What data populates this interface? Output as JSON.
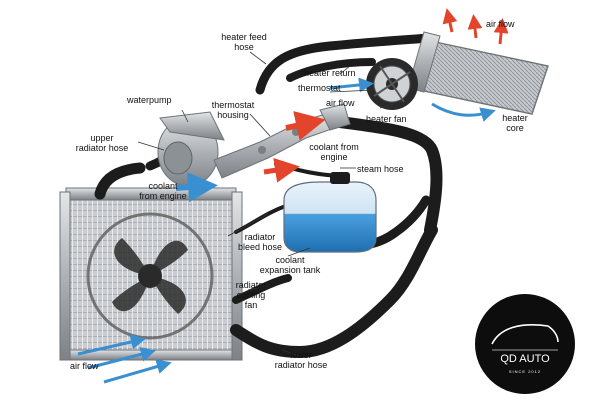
{
  "labels": {
    "heater_feed_hose": "heater feed\nhose",
    "air_flow_top": "air flow",
    "heater_return": "heater return",
    "thermostat": "thermostat",
    "air_flow_mid": "air flow",
    "heater_fan": "heater fan",
    "heater_core": "heater\ncore",
    "waterpump": "waterpump",
    "thermostat_housing": "thermostat\nhousing",
    "upper_radiator_hose": "upper\nradiator hose",
    "coolant_from_engine_right": "coolant from\nengine",
    "steam_hose": "steam hose",
    "coolant_from_engine_left": "coolant\nfrom engine",
    "radiator_bleed_hose": "radiator\nbleed hose",
    "coolant_expansion_tank": "coolant\nexpansion tank",
    "radiator_cooling_fan": "radiator\ncooling\nfan",
    "lower_radiator_hose": "lower\nradiator hose",
    "air_flow_bottom": "air flow"
  },
  "logo": {
    "brand": "QD AUTO",
    "tagline": "SINCE 2012"
  },
  "colors": {
    "hose": "#1c1c1c",
    "metal": "#b8bcc0",
    "coolant_blue": "#3a8fd0",
    "heat_red": "#e2452b",
    "logo_bg": "#0d0d0d"
  }
}
